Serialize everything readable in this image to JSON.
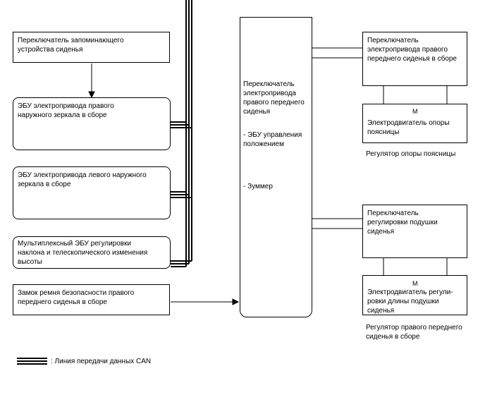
{
  "boxes": {
    "memory_switch": "Переключатель запоминающего\nустройства сиденья",
    "right_mirror_ecu": "ЭБУ электропривода правого\nнаружного зеркала в сборе",
    "left_mirror_ecu": "ЭБУ электропривода левого наружного\nзеркала в сборе",
    "tilt_tele_ecu": "Мультиплексный ЭБУ регулировки\nнаклона и телескопического изменения\nвысоты",
    "seat_belt_buckle": "Замок ремня безопасности правого\nпереднего сиденья в сборе",
    "center_switch_title": "Переключатель\nэлектропривода\nправого переднего\nсиденья",
    "center_position_ecu": "- ЭБУ управления\nположением",
    "center_buzzer": "- Зуммер",
    "right_seat_switch": "Переключатель\nэлектропривода правого\nпереднего сиденья в сборе",
    "lumbar_motor": "Электродвигатель опоры\nпоясницы",
    "cushion_switch": "Переключатель\nрегулировки подушки\nсиденья",
    "cushion_motor": "Электродвигатель регули-\nровки длины подушки\nсиденья"
  },
  "group_labels": {
    "lumbar_regulator": "Регулятор опоры поясницы",
    "seat_regulator": "Регулятор правого переднего\nсиденья в сборе"
  },
  "motor_symbol": "M",
  "legend": {
    "can_line": ": Линия передачи данных CAN"
  }
}
